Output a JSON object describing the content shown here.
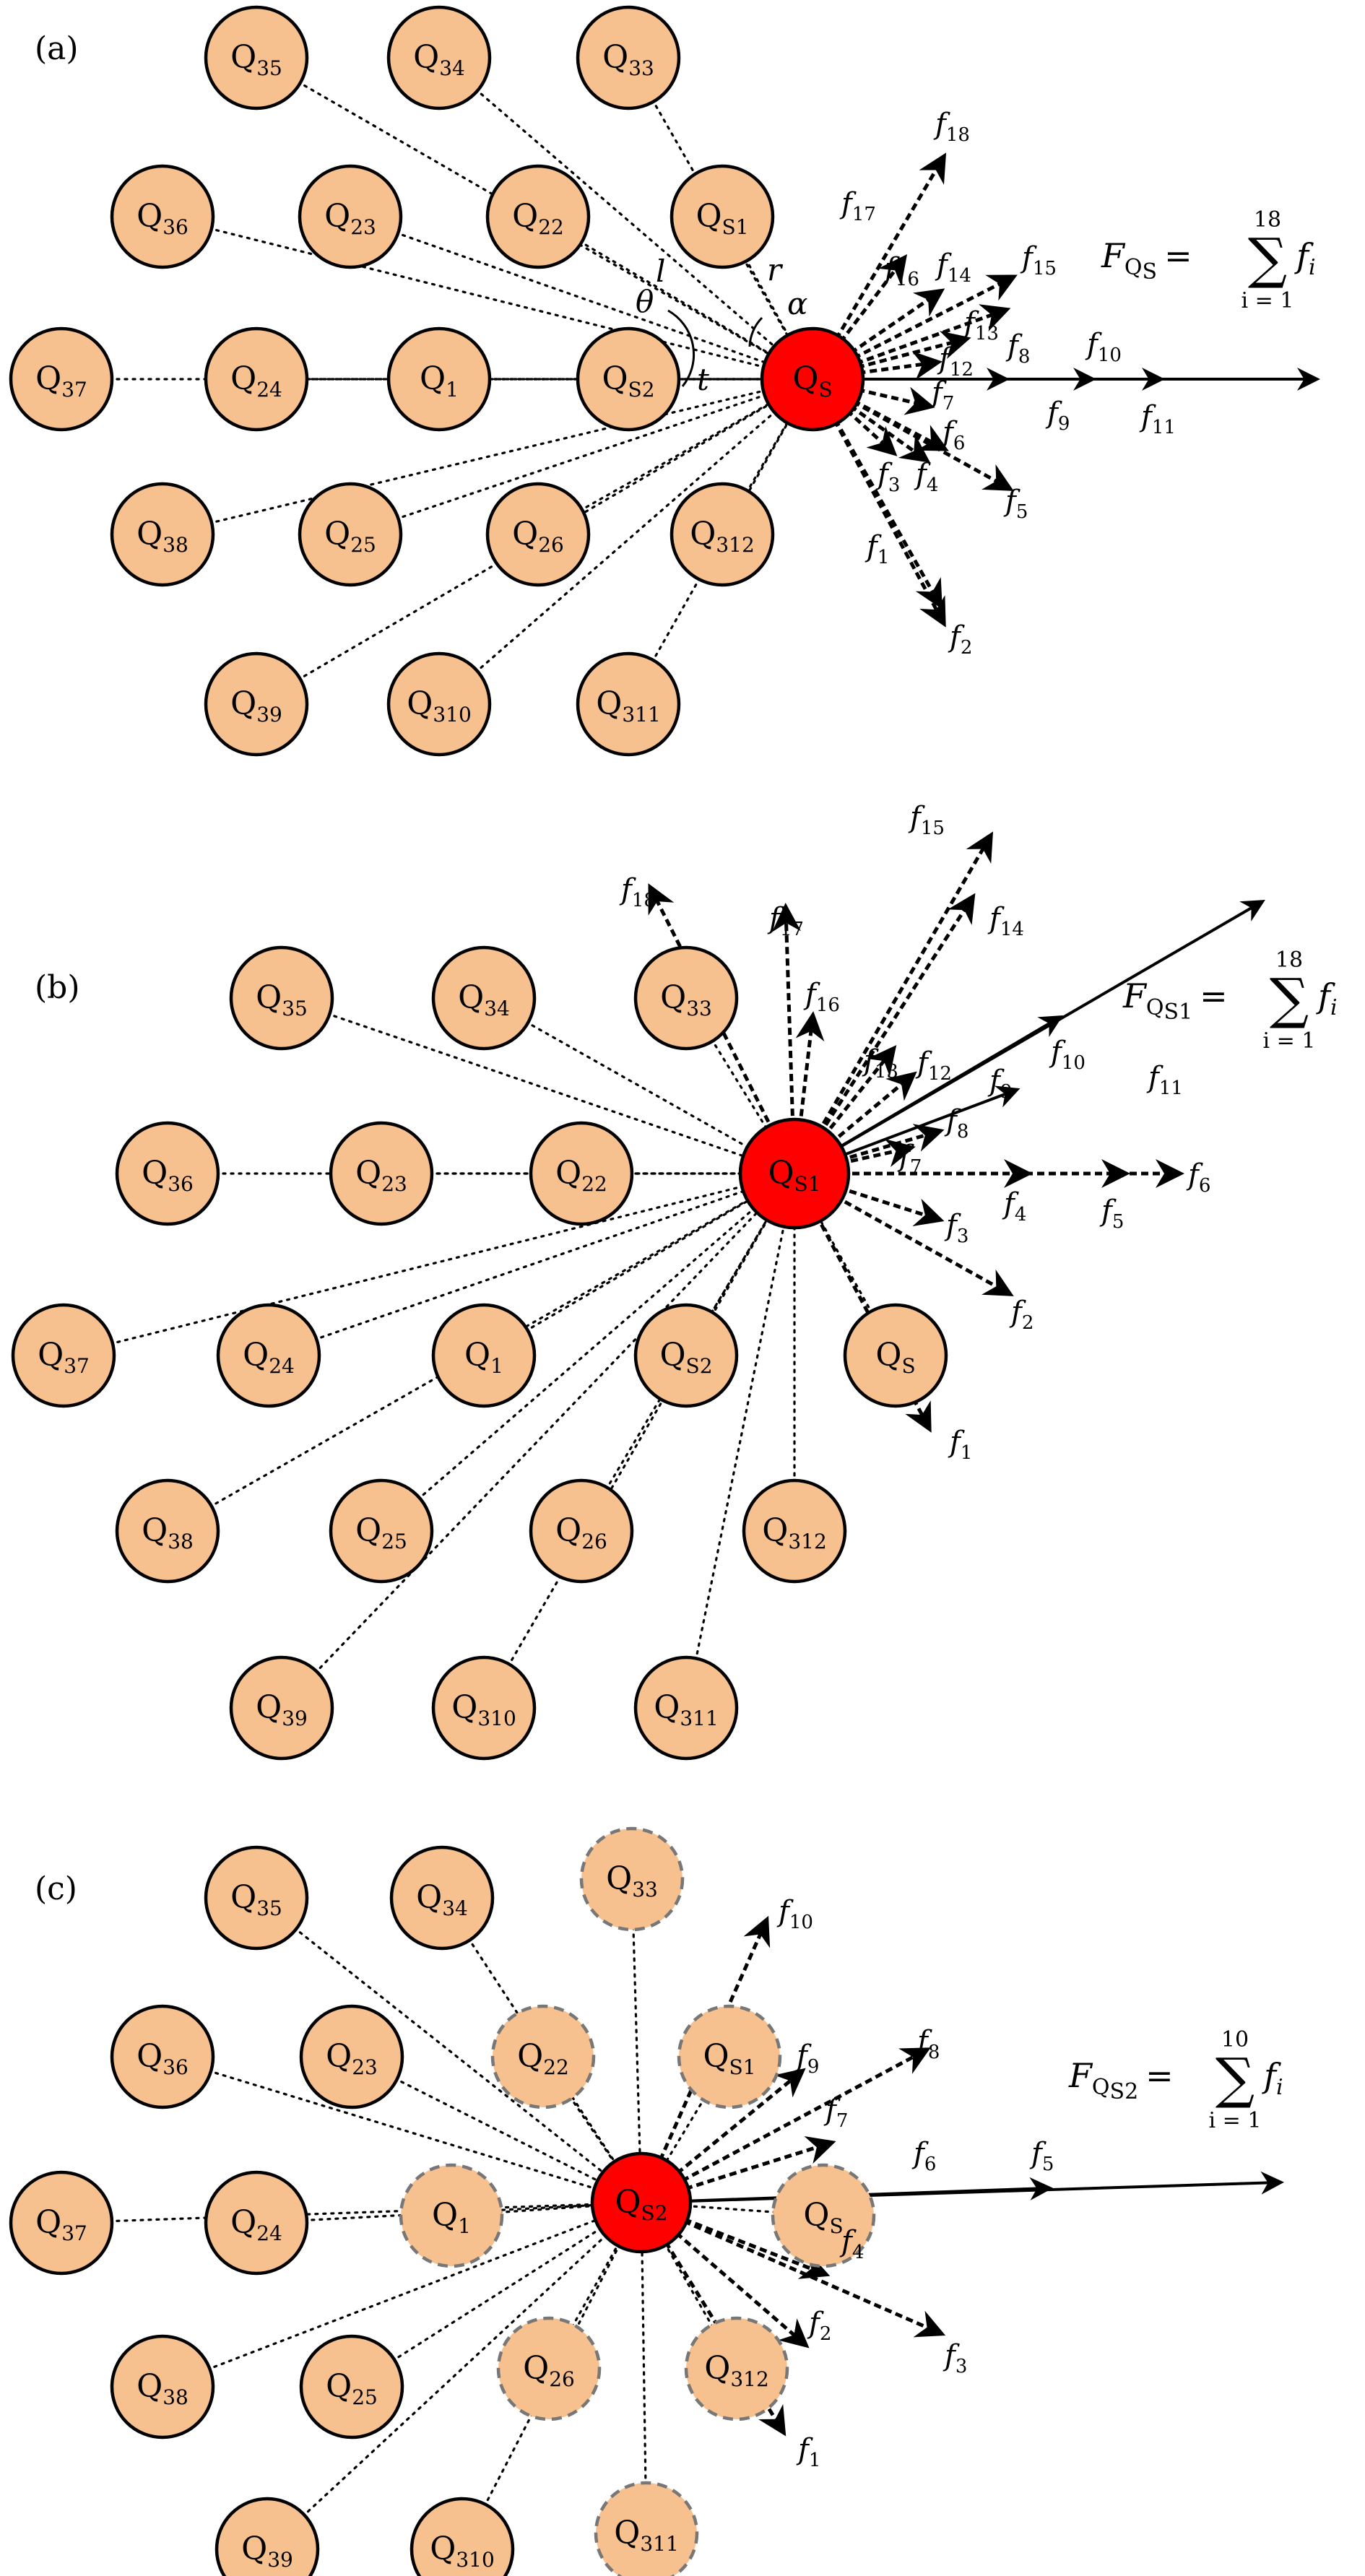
{
  "colors": {
    "node_fill": "#f7c08f",
    "node_stroke": "#000000",
    "dashed_node_stroke": "#777777",
    "center_fill": "#ff0000",
    "line": "#000000"
  },
  "panels": [
    {
      "label": "(a)",
      "center": {
        "base": "Q",
        "sub": "S"
      },
      "formula": {
        "F": "F",
        "Fsub": "Q",
        "Fsub2": "S",
        "eq": "=",
        "upper": "18",
        "lower": "i = 1",
        "term": "f",
        "termsub": "i"
      },
      "nodes": [
        {
          "base": "Q",
          "sub": "35"
        },
        {
          "base": "Q",
          "sub": "34"
        },
        {
          "base": "Q",
          "sub": "33"
        },
        {
          "base": "Q",
          "sub": "36"
        },
        {
          "base": "Q",
          "sub": "23"
        },
        {
          "base": "Q",
          "sub": "22"
        },
        {
          "base": "Q",
          "sub": "S1"
        },
        {
          "base": "Q",
          "sub": "37"
        },
        {
          "base": "Q",
          "sub": "24"
        },
        {
          "base": "Q",
          "sub": "1"
        },
        {
          "base": "Q",
          "sub": "S2"
        },
        {
          "base": "Q",
          "sub": "38"
        },
        {
          "base": "Q",
          "sub": "25"
        },
        {
          "base": "Q",
          "sub": "26"
        },
        {
          "base": "Q",
          "sub": "312"
        },
        {
          "base": "Q",
          "sub": "39"
        },
        {
          "base": "Q",
          "sub": "310"
        },
        {
          "base": "Q",
          "sub": "311"
        }
      ],
      "forces": [
        "1",
        "2",
        "3",
        "4",
        "5",
        "6",
        "7",
        "8",
        "9",
        "10",
        "11",
        "12",
        "13",
        "14",
        "15",
        "16",
        "17",
        "18"
      ],
      "geometry_labels": [
        "l",
        "r",
        "α",
        "θ",
        "t"
      ]
    },
    {
      "label": "(b)",
      "center": {
        "base": "Q",
        "sub": "S1"
      },
      "formula": {
        "F": "F",
        "Fsub": "Q",
        "Fsub2": "S1",
        "eq": "=",
        "upper": "18",
        "lower": "i = 1",
        "term": "f",
        "termsub": "i"
      },
      "nodes": [
        {
          "base": "Q",
          "sub": "35"
        },
        {
          "base": "Q",
          "sub": "34"
        },
        {
          "base": "Q",
          "sub": "33"
        },
        {
          "base": "Q",
          "sub": "36"
        },
        {
          "base": "Q",
          "sub": "23"
        },
        {
          "base": "Q",
          "sub": "22"
        },
        {
          "base": "Q",
          "sub": "37"
        },
        {
          "base": "Q",
          "sub": "24"
        },
        {
          "base": "Q",
          "sub": "1"
        },
        {
          "base": "Q",
          "sub": "S2"
        },
        {
          "base": "Q",
          "sub": "S"
        },
        {
          "base": "Q",
          "sub": "38"
        },
        {
          "base": "Q",
          "sub": "25"
        },
        {
          "base": "Q",
          "sub": "26"
        },
        {
          "base": "Q",
          "sub": "312"
        },
        {
          "base": "Q",
          "sub": "39"
        },
        {
          "base": "Q",
          "sub": "310"
        },
        {
          "base": "Q",
          "sub": "311"
        }
      ],
      "forces": [
        "1",
        "2",
        "3",
        "4",
        "5",
        "6",
        "7",
        "8",
        "9",
        "10",
        "11",
        "12",
        "13",
        "14",
        "15",
        "16",
        "17",
        "18"
      ]
    },
    {
      "label": "(c)",
      "center": {
        "base": "Q",
        "sub": "S2"
      },
      "formula": {
        "F": "F",
        "Fsub": "Q",
        "Fsub2": "S2",
        "eq": "=",
        "upper": "10",
        "lower": "i = 1",
        "term": "f",
        "termsub": "i"
      },
      "nodes": [
        {
          "base": "Q",
          "sub": "35"
        },
        {
          "base": "Q",
          "sub": "34"
        },
        {
          "base": "Q",
          "sub": "33"
        },
        {
          "base": "Q",
          "sub": "36"
        },
        {
          "base": "Q",
          "sub": "23"
        },
        {
          "base": "Q",
          "sub": "22"
        },
        {
          "base": "Q",
          "sub": "S1"
        },
        {
          "base": "Q",
          "sub": "37"
        },
        {
          "base": "Q",
          "sub": "24"
        },
        {
          "base": "Q",
          "sub": "1"
        },
        {
          "base": "Q",
          "sub": "S"
        },
        {
          "base": "Q",
          "sub": "38"
        },
        {
          "base": "Q",
          "sub": "25"
        },
        {
          "base": "Q",
          "sub": "26"
        },
        {
          "base": "Q",
          "sub": "312"
        },
        {
          "base": "Q",
          "sub": "39"
        },
        {
          "base": "Q",
          "sub": "310"
        },
        {
          "base": "Q",
          "sub": "311"
        }
      ],
      "forces": [
        "1",
        "2",
        "3",
        "4",
        "5",
        "6",
        "7",
        "8",
        "9",
        "10"
      ]
    }
  ]
}
